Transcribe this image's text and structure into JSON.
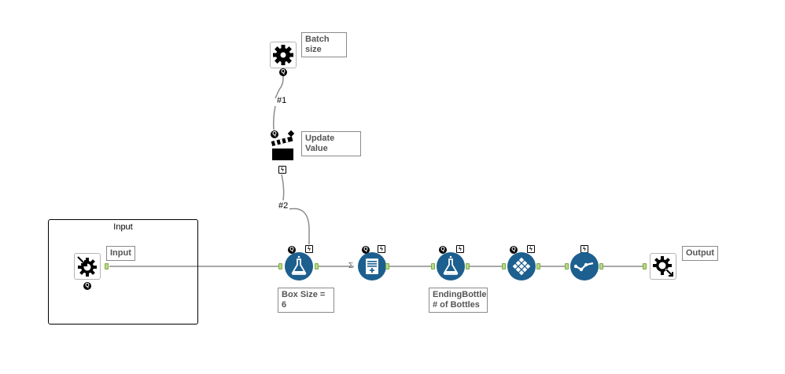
{
  "container": {
    "title": "Input"
  },
  "labels": {
    "batch_size": "Batch size",
    "update_value": "Update Value",
    "input": "Input",
    "box_size": "Box Size = 6",
    "ending_bottle": "EndingBottle\n# of Bottles",
    "output": "Output"
  },
  "connections": {
    "c1": "#1",
    "c2": "#2"
  },
  "badges": {
    "q": "Q",
    "bolt": "ϟ",
    "sigma": "Σ"
  },
  "icons": {
    "batch_size": "gear-icon",
    "update_value": "clapperboard-icon",
    "input": "macro-input-icon",
    "formula1": "flask-icon",
    "summarize": "summarize-icon",
    "formula2": "flask-icon",
    "generate_rows": "grid-icon",
    "sample": "check-line-icon",
    "output": "macro-output-icon"
  },
  "colors": {
    "tool_blue": "#1d5f8f",
    "anchor_green": "#b8d88a",
    "connector": "#8c8c8c"
  }
}
